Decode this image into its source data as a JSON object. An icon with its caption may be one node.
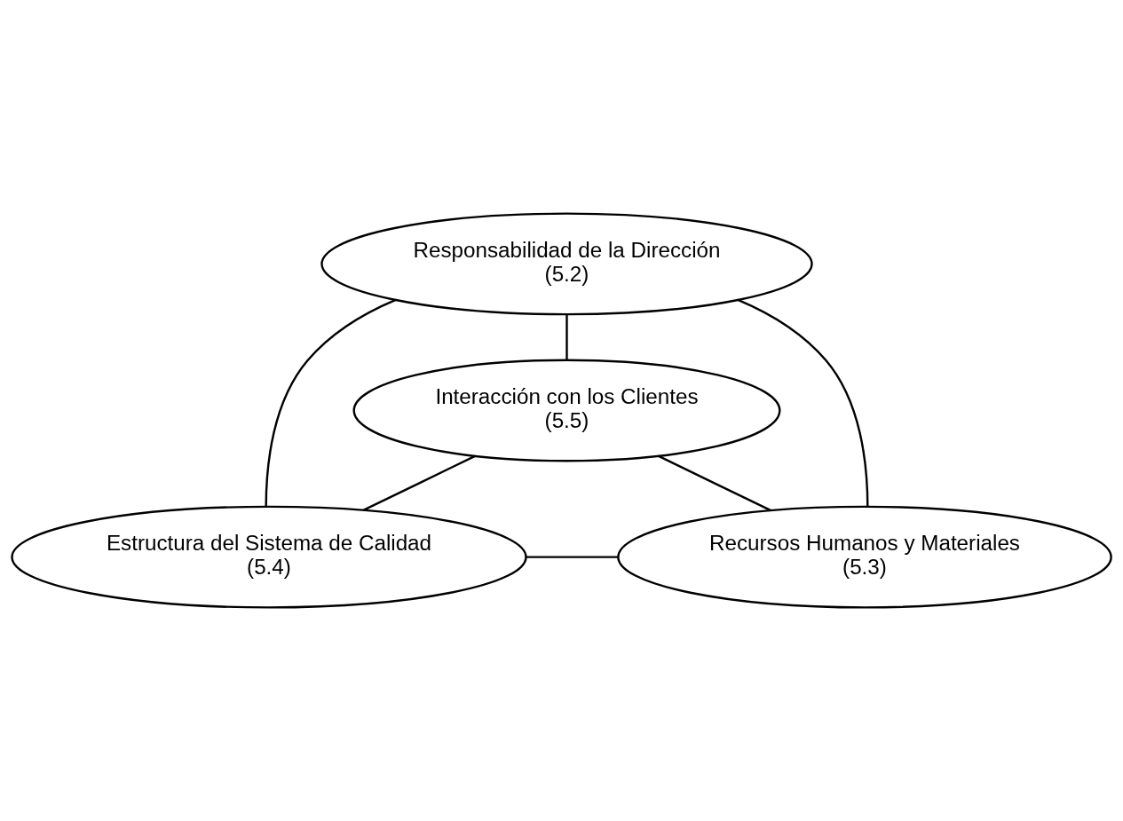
{
  "diagram": {
    "nodes": [
      {
        "text": [
          "Responsabilidad de la Dirección",
          "(5.2)"
        ]
      },
      {
        "text": [
          "Interacción con los Clientes",
          "(5.5)"
        ]
      },
      {
        "text": [
          "Estructura del Sistema de Calidad",
          "(5.4)"
        ]
      },
      {
        "text": [
          "Recursos Humanos y Materiales",
          "(5.3)"
        ]
      }
    ],
    "edges": [
      {
        "from": 0,
        "to": 1,
        "arrow": "none"
      },
      {
        "from": 0,
        "to": 2,
        "arrow": "none"
      },
      {
        "from": 0,
        "to": 3,
        "arrow": "none"
      },
      {
        "from": 1,
        "to": 2,
        "arrow": "none"
      },
      {
        "from": 1,
        "to": 3,
        "arrow": "none"
      },
      {
        "from": 2,
        "to": 3,
        "arrow": "none"
      }
    ]
  }
}
